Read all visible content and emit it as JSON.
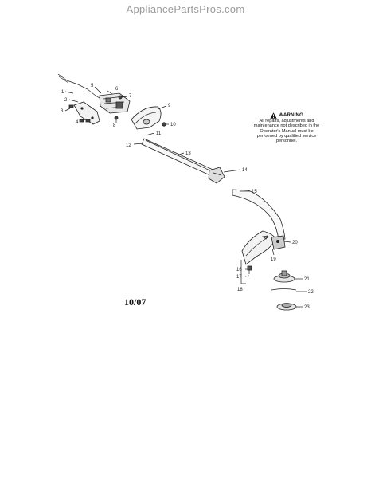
{
  "site_title": "AppliancePartsPros.com",
  "warning": {
    "title": "WARNING",
    "text": "All repairs, adjustments and maintenance not described in the Operator's Manual must be performed by qualified service personnel."
  },
  "date_code": "10/07",
  "callouts": [
    "1",
    "2",
    "3",
    "4",
    "5",
    "6",
    "7",
    "8",
    "9",
    "10",
    "11",
    "12",
    "13",
    "14",
    "15",
    "16",
    "17",
    "18",
    "19",
    "20",
    "21",
    "22",
    "23"
  ]
}
